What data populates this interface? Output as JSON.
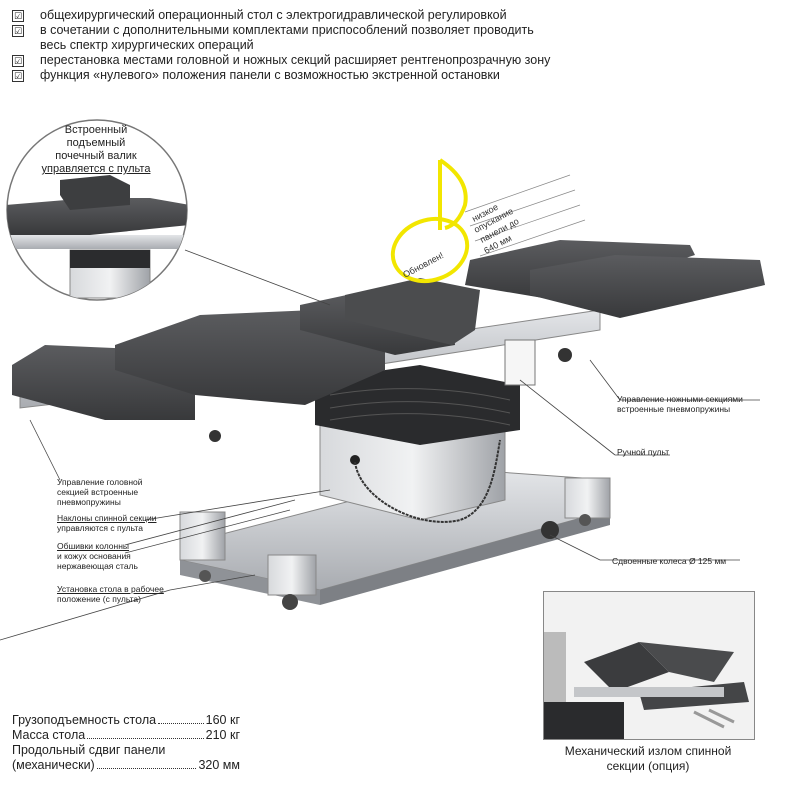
{
  "features": [
    "общехирургический операционный стол  с электрогидравлической регулировкой",
    "в сочетании с дополнительными комплектами приспособлений позволяет проводить",
    "весь спектр хирургических операций",
    "перестановка местами головной и ножных секций расширяет рентгенопрозрачную зону",
    "функция «нулевого» положения панели с возможностью экстренной остановки"
  ],
  "checkbox_glyph": "☑",
  "callout_kidney": {
    "line1": "Встроенный",
    "line2": "подъемный",
    "line3": "почечный валик",
    "line4": "управляется с пульта"
  },
  "sticker": {
    "badge": "Обновлен!",
    "line1": "низкое",
    "line2": "опускание",
    "line3": "панели до",
    "line4": "640 мм"
  },
  "labels": {
    "foot_sections": {
      "line1": "Управление ножными секциями",
      "line2": "встроенные пневмопружины"
    },
    "hand_remote": "Ручной пульт",
    "head_section": {
      "line1": "Управление головной",
      "line2": "секцией   встроенные",
      "line3": "пневмопружины"
    },
    "back_tilt": {
      "line1": "Наклоны спинной секции",
      "line2": "управляются с пульта"
    },
    "column_covers": {
      "line1": "Обшивки колонны",
      "line2": "и кожух основания",
      "line3": "нержавеющая сталь"
    },
    "wheels": "Сдвоенные колеса Ø 125 мм",
    "working_position": {
      "line1": "Установка стола в рабочее",
      "line2": "положение (с пульта)"
    }
  },
  "specs": [
    {
      "key": "Грузоподъемность стола ",
      "value": "160 кг"
    },
    {
      "key": "Масса стола ",
      "value": "210 кг"
    },
    {
      "key": "Продольный сдвиг панели",
      "value": ""
    },
    {
      "key": "(механически) ",
      "value": "320 мм"
    }
  ],
  "inset_caption": {
    "line1": "Механический излом спинной",
    "line2": "секции (опция)"
  },
  "colors": {
    "pad": "#4a4b4d",
    "steel": "#c9cbce",
    "sticker": "#f2e600"
  }
}
